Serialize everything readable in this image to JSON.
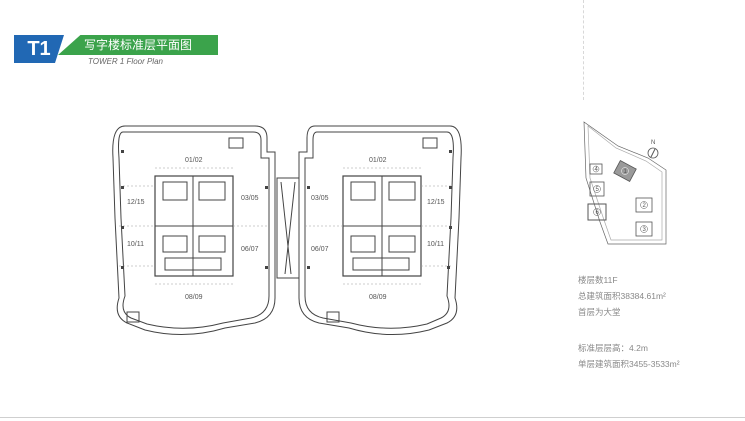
{
  "header": {
    "tower_badge": "T1",
    "title_cn": "写字楼标准层平面图",
    "subtitle_en": "TOWER 1 Floor Plan"
  },
  "floor_plan": {
    "left_wing": {
      "unit_top": "01/02",
      "unit_upper_left": "12/15",
      "unit_lower_left": "10/11",
      "unit_upper_right": "03/05",
      "unit_lower_right": "06/07",
      "unit_bottom": "08/09"
    },
    "right_wing": {
      "unit_top": "01/02",
      "unit_upper_left": "03/05",
      "unit_lower_left": "06/07",
      "unit_upper_right": "12/15",
      "unit_lower_right": "10/11",
      "unit_bottom": "08/09"
    }
  },
  "site_plan": {
    "building_labels": [
      "1",
      "2",
      "3",
      "4",
      "5",
      "6"
    ],
    "compass": "N"
  },
  "stats": {
    "floors": "楼层数11F",
    "total_area": "总建筑面积38384.61m²",
    "ground_floor": "首层为大堂",
    "floor_height": "标准层层高：4.2m",
    "single_floor_area": "单层建筑面积3455-3533m²"
  },
  "colors": {
    "badge_blue": "#2168b4",
    "badge_green": "#3ba34b",
    "line": "#444444"
  }
}
